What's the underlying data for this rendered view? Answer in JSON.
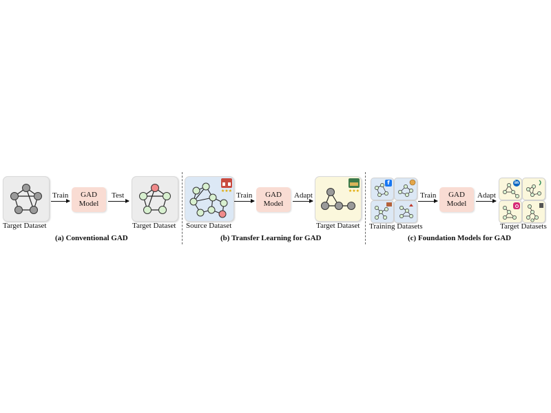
{
  "panel_a": {
    "input_label": "Target Dataset",
    "train_label": "Train",
    "model_line1": "GAD",
    "model_line2": "Model",
    "test_label": "Test",
    "output_label": "Target Dataset",
    "caption": "(a) Conventional GAD"
  },
  "panel_b": {
    "source_label": "Source Dataset",
    "train_label": "Train",
    "model_line1": "GAD",
    "model_line2": "Model",
    "adapt_label": "Adapt",
    "target_label": "Target Dataset",
    "caption": "(b) Transfer Learning for GAD"
  },
  "panel_c": {
    "training_label": "Training Datasets",
    "train_label": "Train",
    "model_line1": "GAD",
    "model_line2": "Model",
    "adapt_label": "Adapt",
    "target_label": "Target Datasets",
    "caption": "(c) Foundation Models for GAD",
    "facebook_glyph": "f",
    "linkedin_glyph": "in"
  },
  "colors": {
    "gray_card": "#ececec",
    "blue_card": "#dce8f5",
    "yellow_card": "#fbf7dc",
    "model_fill": "#f9dcd3",
    "normal_node": "#d8f0d0",
    "anomaly_node": "#f08a8a",
    "gray_node": "#9a9a9a"
  }
}
